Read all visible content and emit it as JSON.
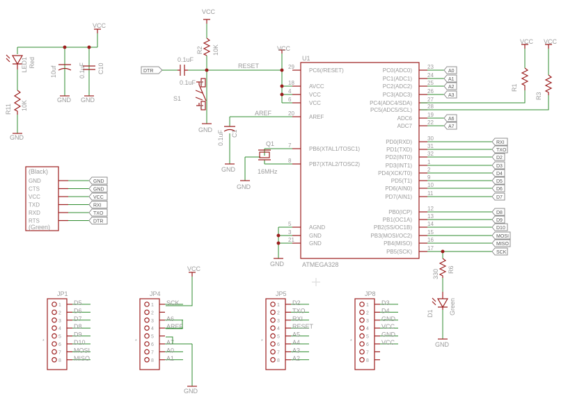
{
  "supplies": {
    "vcc": "VCC",
    "gnd": "GND"
  },
  "mcu": {
    "ref": "U1",
    "name": "ATMEGA328",
    "left_pins": [
      {
        "name": "PC6(/RESET)",
        "num": "29"
      },
      {
        "name": "AVCC",
        "num": "18"
      },
      {
        "name": "VCC",
        "num": "4"
      },
      {
        "name": "VCC",
        "num": "6"
      },
      {
        "name": "AREF",
        "num": "20"
      },
      {
        "name": "PB6(XTAL1/TOSC1)",
        "num": "7"
      },
      {
        "name": "PB7(XTAL2/TOSC2)",
        "num": "8"
      },
      {
        "name": "AGND",
        "num": "5"
      },
      {
        "name": "GND",
        "num": "3"
      },
      {
        "name": "GND",
        "num": "21"
      }
    ],
    "right_pins": [
      {
        "name": "PC0(ADC0)",
        "num": "23",
        "net": "A0"
      },
      {
        "name": "PC1(ADC1)",
        "num": "24",
        "net": "A1"
      },
      {
        "name": "PC2(ADC2)",
        "num": "25",
        "net": "A2"
      },
      {
        "name": "PC3(ADC3)",
        "num": "26",
        "net": "A3"
      },
      {
        "name": "PC4(ADC4/SDA)",
        "num": "27",
        "net": ""
      },
      {
        "name": "PC5(ADC5/SCL)",
        "num": "28",
        "net": ""
      },
      {
        "name": "ADC6",
        "num": "19",
        "net": "A6"
      },
      {
        "name": "ADC7",
        "num": "22",
        "net": "A7"
      },
      {
        "name": "PD0(RXD)",
        "num": "30",
        "net": "RXI"
      },
      {
        "name": "PD1(TXD)",
        "num": "31",
        "net": "TXO"
      },
      {
        "name": "PD2(INT0)",
        "num": "32",
        "net": "D2"
      },
      {
        "name": "PD3(INT1)",
        "num": "1",
        "net": "D3"
      },
      {
        "name": "PD4(XCK/T0)",
        "num": "2",
        "net": "D4"
      },
      {
        "name": "PD5(T1)",
        "num": "9",
        "net": "D5"
      },
      {
        "name": "PD6(AIN0)",
        "num": "10",
        "net": "D6"
      },
      {
        "name": "PD7(AIN1)",
        "num": "11",
        "net": "D7"
      },
      {
        "name": "PB0(ICP)",
        "num": "12",
        "net": "D8"
      },
      {
        "name": "PB1(OC1A)",
        "num": "13",
        "net": "D9"
      },
      {
        "name": "PB2(SS/OC1B)",
        "num": "14",
        "net": "D10"
      },
      {
        "name": "PB3(MOSI/OC2)",
        "num": "15",
        "net": "MOSI"
      },
      {
        "name": "PB4(MISO)",
        "num": "16",
        "net": "MISO"
      },
      {
        "name": "PB5(SCK)",
        "num": "17",
        "net": "SCK"
      }
    ]
  },
  "nets": {
    "reset": "RESET",
    "aref": "AREF",
    "dtr": "DTR"
  },
  "parts": {
    "led1": {
      "ref": "LED1",
      "val": "Red"
    },
    "r11": {
      "ref": "R11",
      "val": "10K"
    },
    "c_10uf": {
      "val": "10uf"
    },
    "c10": {
      "ref": "C10",
      "val": "0.1uF"
    },
    "c2": {
      "val": "0.1uF"
    },
    "r2": {
      "ref": "R2",
      "val": "10K"
    },
    "s1": {
      "ref": "S1"
    },
    "c_aref": {
      "ref": "C1",
      "val": "0.1uF"
    },
    "q1": {
      "ref": "Q1",
      "val": "16MHz"
    },
    "r1": {
      "ref": "R1"
    },
    "r3": {
      "ref": "R3"
    },
    "r6": {
      "ref": "R6",
      "val": "330"
    },
    "d1": {
      "ref": "D1",
      "val": "Green"
    }
  },
  "ftdi": {
    "top": "(Black)",
    "bottom": "(Green)",
    "rows": [
      {
        "pin": "GND",
        "net": "GND"
      },
      {
        "pin": "CTS",
        "net": "GND"
      },
      {
        "pin": "VCC",
        "net": "VCC"
      },
      {
        "pin": "TXD",
        "net": "RXI"
      },
      {
        "pin": "RXD",
        "net": "TXO"
      },
      {
        "pin": "RTS",
        "net": "DTR"
      }
    ]
  },
  "headers": [
    {
      "ref": "JP1",
      "pins": [
        "D5",
        "D6",
        "D7",
        "D8",
        "D9",
        "D10",
        "MOSI",
        "MISO"
      ]
    },
    {
      "ref": "JP4",
      "pins": [
        "SCK",
        "",
        "A6",
        "AREF",
        "",
        "A7",
        "A0",
        "A1"
      ]
    },
    {
      "ref": "JP5",
      "pins": [
        "D2",
        "TXO",
        "RXI",
        "RESET",
        "A5",
        "A4",
        "A3",
        "A2"
      ]
    },
    {
      "ref": "JP8",
      "pins": [
        "D3",
        "D4",
        "GND",
        "VCC",
        "GND",
        "VCC",
        "",
        ""
      ]
    }
  ]
}
